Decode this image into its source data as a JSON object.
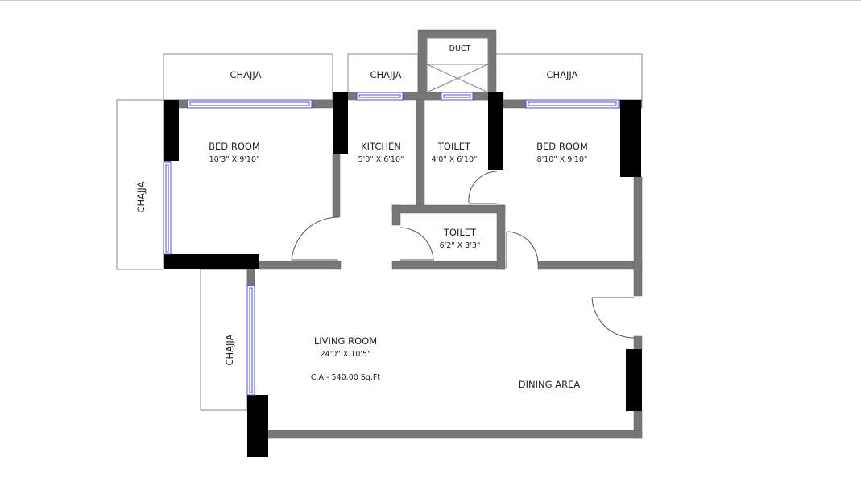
{
  "rooms": {
    "bedroom1": {
      "name": "BED ROOM",
      "size": "10'3\" X 9'10\""
    },
    "kitchen": {
      "name": "KITCHEN",
      "size": "5'0\" X 6'10\""
    },
    "toilet1": {
      "name": "TOILET",
      "size": "4'0\" X 6'10\""
    },
    "bedroom2": {
      "name": "BED ROOM",
      "size": "8'10\" X 9'10\""
    },
    "toilet2": {
      "name": "TOILET",
      "size": "6'2\" X 3'3\""
    },
    "living": {
      "name": "LIVING ROOM",
      "size": "24'0\" X 10'5\"",
      "carpet_area": "C.A:- 540.00 Sq.Ft"
    },
    "dining": {
      "name": "DINING AREA"
    },
    "duct": {
      "name": "DUCT"
    }
  },
  "chajja": {
    "top_left": "CHAJJA",
    "top_middle": "CHAJJA",
    "top_right": "CHAJJA",
    "left": "CHAJJA",
    "bottom_left": "CHAJJA"
  },
  "colors": {
    "wall": "#777777",
    "column": "#000000",
    "window": "#4b4bff"
  }
}
